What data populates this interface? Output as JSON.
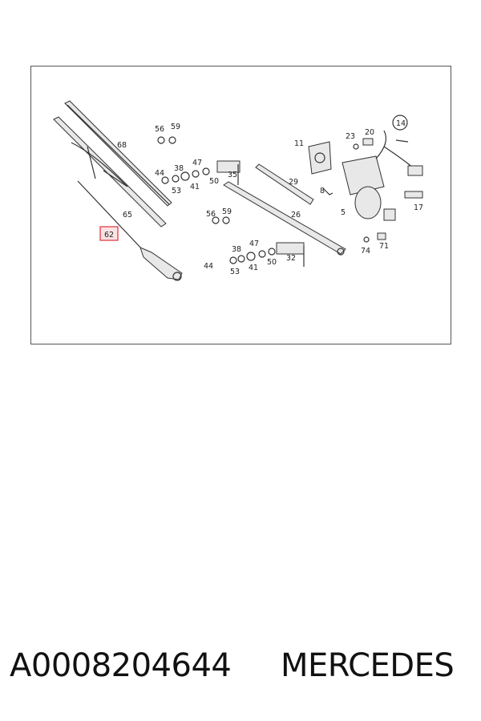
{
  "diagram": {
    "callouts": [
      {
        "id": "c56a",
        "text": "56"
      },
      {
        "id": "c59a",
        "text": "59"
      },
      {
        "id": "c68",
        "text": "68"
      },
      {
        "id": "c44a",
        "text": "44"
      },
      {
        "id": "c38a",
        "text": "38"
      },
      {
        "id": "c47a",
        "text": "47"
      },
      {
        "id": "c53a",
        "text": "53"
      },
      {
        "id": "c41a",
        "text": "41"
      },
      {
        "id": "c50a",
        "text": "50"
      },
      {
        "id": "c35",
        "text": "35"
      },
      {
        "id": "c11",
        "text": "11"
      },
      {
        "id": "c23",
        "text": "23"
      },
      {
        "id": "c20",
        "text": "20"
      },
      {
        "id": "c14",
        "text": "14"
      },
      {
        "id": "c29",
        "text": "29"
      },
      {
        "id": "c8",
        "text": "8"
      },
      {
        "id": "c5",
        "text": "5"
      },
      {
        "id": "c17",
        "text": "17"
      },
      {
        "id": "c65",
        "text": "65"
      },
      {
        "id": "c56b",
        "text": "56"
      },
      {
        "id": "c59b",
        "text": "59"
      },
      {
        "id": "c26",
        "text": "26"
      },
      {
        "id": "c62",
        "text": "62"
      },
      {
        "id": "c38b",
        "text": "38"
      },
      {
        "id": "c47b",
        "text": "47"
      },
      {
        "id": "c44b",
        "text": "44"
      },
      {
        "id": "c53b",
        "text": "53"
      },
      {
        "id": "c41b",
        "text": "41"
      },
      {
        "id": "c50b",
        "text": "50"
      },
      {
        "id": "c32",
        "text": "32"
      },
      {
        "id": "c74",
        "text": "74"
      },
      {
        "id": "c71",
        "text": "71"
      }
    ],
    "highlight_callout": "62",
    "highlight_color": "#e0303a"
  },
  "caption": {
    "part_number": "A0008204644",
    "brand": "MERCEDES"
  }
}
